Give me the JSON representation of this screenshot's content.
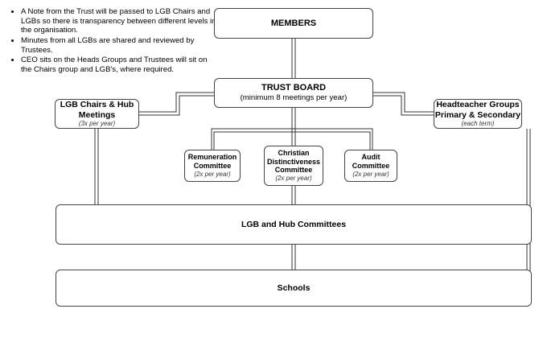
{
  "notes": [
    "A Note from the Trust will be passed to LGB Chairs and LGBs so there is transparency between different levels in the organisation.",
    "Minutes from all LGBs are shared and reviewed by Trustees.",
    "CEO sits on the Heads Groups and Trustees will sit on the Chairs group and LGB's, where required."
  ],
  "members": {
    "title": "MEMBERS"
  },
  "trust_board": {
    "title": "TRUST BOARD",
    "subtitle": "(minimum 8 meetings per year)"
  },
  "lgb_chairs": {
    "title_line1": "LGB Chairs & Hub",
    "title_line2": "Meetings",
    "frequency": "(3x per year)"
  },
  "headteacher_groups": {
    "title_line1": "Headteacher Groups",
    "title_line2": "Primary & Secondary",
    "frequency": "(each term)"
  },
  "remuneration": {
    "title_line1": "Remuneration",
    "title_line2": "Committee",
    "frequency": "(2x per year)"
  },
  "christian": {
    "title_line1": "Christian",
    "title_line2": "Distinctiveness",
    "title_line3": "Committee",
    "frequency": "(2x per year)"
  },
  "audit": {
    "title_line1": "Audit",
    "title_line2": "Committee",
    "frequency": "(2x per year)"
  },
  "lgb_hub": {
    "title": "LGB and Hub Committees"
  },
  "schools": {
    "title": "Schools"
  }
}
